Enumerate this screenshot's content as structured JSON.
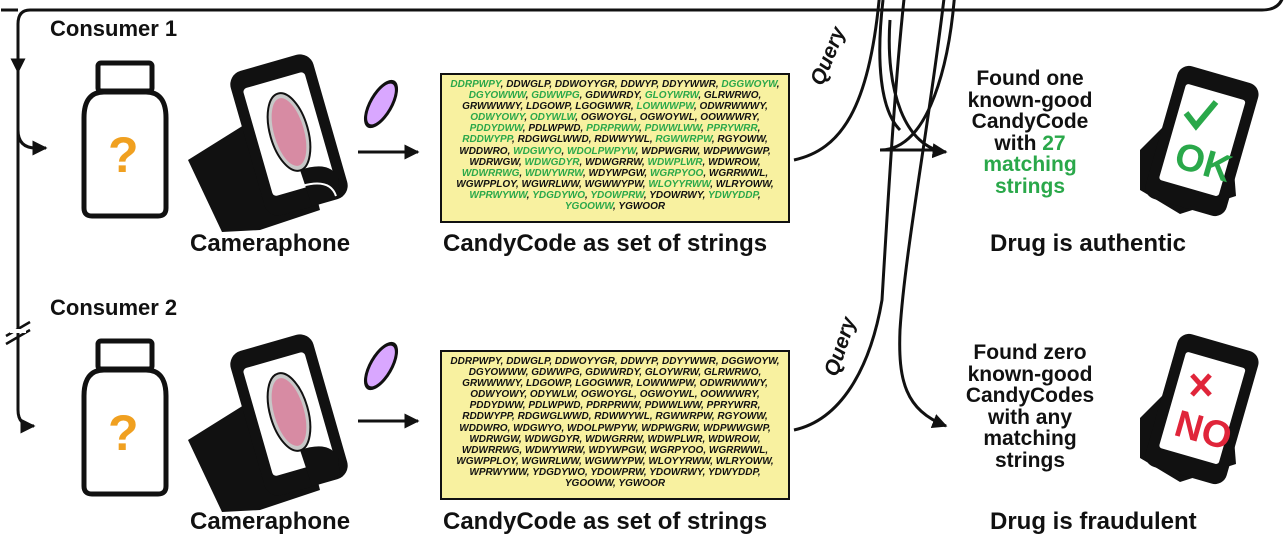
{
  "labels": {
    "consumer1": "Consumer 1",
    "consumer2": "Consumer 2",
    "cameraphone": "Cameraphone",
    "candycode": "CandyCode as set of strings",
    "query": "Query",
    "question_mark": "?"
  },
  "outcome1": {
    "lines": [
      "Found one",
      "known-good",
      "CandyCode",
      "with "
    ],
    "count": "27",
    "tail": [
      "matching",
      "strings"
    ],
    "phone_text": "OK",
    "caption": "Drug is authentic"
  },
  "outcome2": {
    "lines": [
      "Found zero",
      "known-good",
      "CandyCodes",
      "with any",
      "matching",
      "strings"
    ],
    "phone_text": "NO",
    "caption": "Drug is fraudulent"
  },
  "strings": [
    {
      "t": "DDRPWPY",
      "g": true
    },
    {
      "t": "DDWGLP",
      "g": false
    },
    {
      "t": "DDWOYYGR",
      "g": false
    },
    {
      "t": "DDWYP",
      "g": false
    },
    {
      "t": "DDYYWWR",
      "g": false
    },
    {
      "t": "DGGWOYW",
      "g": true
    },
    {
      "t": "DGYOWWW",
      "g": true
    },
    {
      "t": "GDWWPG",
      "g": true
    },
    {
      "t": "GDWWRDY",
      "g": false
    },
    {
      "t": "GLOYWRW",
      "g": true
    },
    {
      "t": "GLRWRWO",
      "g": false
    },
    {
      "t": "GRWWWWY",
      "g": false
    },
    {
      "t": "LDGOWP",
      "g": false
    },
    {
      "t": "LGOGWWR",
      "g": false
    },
    {
      "t": "LOWWWPW",
      "g": true
    },
    {
      "t": "ODWRWWWY",
      "g": false
    },
    {
      "t": "ODWYOWY",
      "g": true
    },
    {
      "t": "ODYWLW",
      "g": true
    },
    {
      "t": "OGWOYGL",
      "g": false
    },
    {
      "t": "OGWOYWL",
      "g": false
    },
    {
      "t": "OOWWWRY",
      "g": false
    },
    {
      "t": "PDDYDWW",
      "g": true
    },
    {
      "t": "PDLWPWD",
      "g": false
    },
    {
      "t": "PDRPRWW",
      "g": true
    },
    {
      "t": "PDWWLWW",
      "g": true
    },
    {
      "t": "PPRYWRR",
      "g": true
    },
    {
      "t": "RDDWYPP",
      "g": true
    },
    {
      "t": "RDGWGLWWD",
      "g": false
    },
    {
      "t": "RDWWYWL",
      "g": false
    },
    {
      "t": "RGWWRPW",
      "g": true
    },
    {
      "t": "RGYOWW",
      "g": false
    },
    {
      "t": "WDDWRO",
      "g": false
    },
    {
      "t": "WDGWYO",
      "g": true
    },
    {
      "t": "WDOLPWPYW",
      "g": true
    },
    {
      "t": "WDPWGRW",
      "g": false
    },
    {
      "t": "WDPWWGWP",
      "g": false
    },
    {
      "t": "WDRWGW",
      "g": false
    },
    {
      "t": "WDWGDYR",
      "g": true
    },
    {
      "t": "WDWGRRW",
      "g": false
    },
    {
      "t": "WDWPLWR",
      "g": true
    },
    {
      "t": "WDWROW",
      "g": false
    },
    {
      "t": "WDWRRWG",
      "g": true
    },
    {
      "t": "WDWYWRW",
      "g": true
    },
    {
      "t": "WDYWPGW",
      "g": false
    },
    {
      "t": "WGRPYOO",
      "g": true
    },
    {
      "t": "WGRRWWL",
      "g": false
    },
    {
      "t": "WGWPPLOY",
      "g": false
    },
    {
      "t": "WGWRLWW",
      "g": false
    },
    {
      "t": "WGWWYPW",
      "g": false
    },
    {
      "t": "WLOYYRWW",
      "g": true
    },
    {
      "t": "WLRYOWW",
      "g": false
    },
    {
      "t": "WPRWYWW",
      "g": true
    },
    {
      "t": "YDGDYWO",
      "g": true
    },
    {
      "t": "YDOWPRW",
      "g": true
    },
    {
      "t": "YDOWRWY",
      "g": false
    },
    {
      "t": "YDWYDDP",
      "g": true
    },
    {
      "t": "YGOOWW",
      "g": true
    },
    {
      "t": "YGWOOR",
      "g": false
    }
  ],
  "colors": {
    "match_green": "#2aa84a",
    "codebox_fill": "#f8f1a0",
    "question_orange": "#f0a020",
    "cross_red": "#e0253a"
  }
}
